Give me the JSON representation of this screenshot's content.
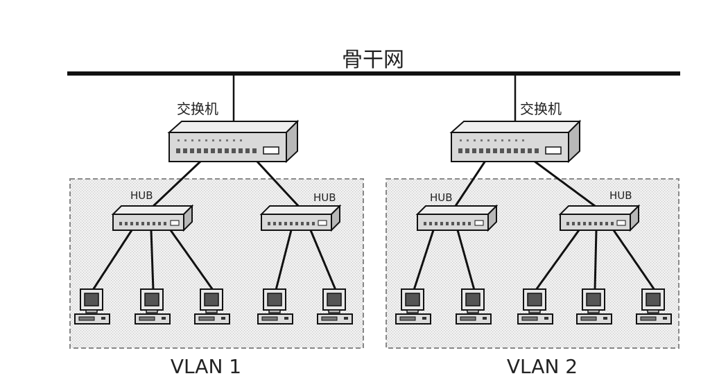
{
  "backbone": {
    "label": "骨干网"
  },
  "switches": [
    {
      "label": "交换机"
    },
    {
      "label": "交换机"
    }
  ],
  "hubs": [
    {
      "label": "HUB",
      "pcs": 3
    },
    {
      "label": "HUB",
      "pcs": 2
    },
    {
      "label": "HUB",
      "pcs": 2
    },
    {
      "label": "HUB",
      "pcs": 3
    }
  ],
  "vlans": [
    {
      "label": "VLAN 1"
    },
    {
      "label": "VLAN 2"
    }
  ],
  "colors": {
    "line": "#111111",
    "device_fill": "#d9d9d9",
    "device_dark": "#555555",
    "vlan_border": "#888888"
  }
}
